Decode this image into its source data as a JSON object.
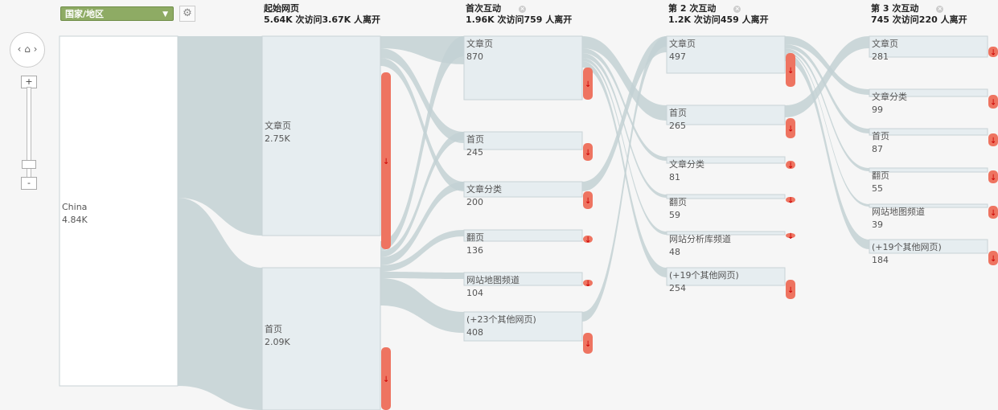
{
  "toolbar": {
    "dimension": "国家/地区",
    "settings_icon": "gear-icon"
  },
  "columns": [
    {
      "title": "起始网页",
      "stats": "5.64K 次访问3.67K 人离开",
      "closable": false
    },
    {
      "title": "首次互动",
      "stats": "1.96K 次访问759 人离开",
      "closable": true
    },
    {
      "title": "第 2 次互动",
      "stats": "1.2K 次访问459 人离开",
      "closable": true
    },
    {
      "title": "第 3 次互动",
      "stats": "745 次访问220 人离开",
      "closable": true
    }
  ],
  "source": {
    "label": "China",
    "value": "4.84K"
  },
  "stages": [
    [
      {
        "label": "文章页",
        "value": "2.75K"
      },
      {
        "label": "首页",
        "value": "2.09K"
      }
    ],
    [
      {
        "label": "文章页",
        "value": "870"
      },
      {
        "label": "首页",
        "value": "245"
      },
      {
        "label": "文章分类",
        "value": "200"
      },
      {
        "label": "翻页",
        "value": "136"
      },
      {
        "label": "网站地图频道",
        "value": "104"
      },
      {
        "label": "(+23个其他网页)",
        "value": "408"
      }
    ],
    [
      {
        "label": "文章页",
        "value": "497"
      },
      {
        "label": "首页",
        "value": "265"
      },
      {
        "label": "文章分类",
        "value": "81"
      },
      {
        "label": "翻页",
        "value": "59"
      },
      {
        "label": "网站分析库频道",
        "value": "48"
      },
      {
        "label": "(+19个其他网页)",
        "value": "254"
      }
    ],
    [
      {
        "label": "文章页",
        "value": "281"
      },
      {
        "label": "文章分类",
        "value": "99"
      },
      {
        "label": "首页",
        "value": "87"
      },
      {
        "label": "翻页",
        "value": "55"
      },
      {
        "label": "网站地图频道",
        "value": "39"
      },
      {
        "label": "(+19个其他网页)",
        "value": "184"
      }
    ]
  ],
  "colors": {
    "flow": "#c3d1d3",
    "node": "#e6edf0",
    "dropoff": "#ee7461",
    "dimension": "#8eab64"
  }
}
